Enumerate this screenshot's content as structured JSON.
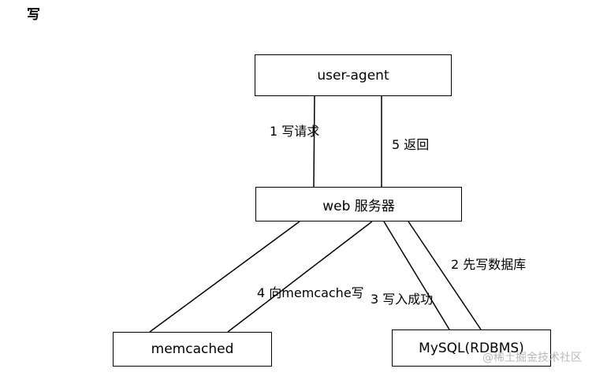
{
  "heading": "写",
  "nodes": {
    "user_agent": "user-agent",
    "web_server": "web 服务器",
    "memcached": "memcached",
    "mysql": "MySQL(RDBMS)"
  },
  "edges": {
    "write_request": "1 写请求",
    "write_database": "2 先写数据库",
    "write_success": "3 写入成功",
    "write_memcache": "4 向memcache写",
    "return": "5 返回"
  },
  "watermark": "@稀土掘金技术社区",
  "colors": {
    "line": "#000000",
    "background": "#ffffff",
    "watermark": "#b8b8b8"
  }
}
